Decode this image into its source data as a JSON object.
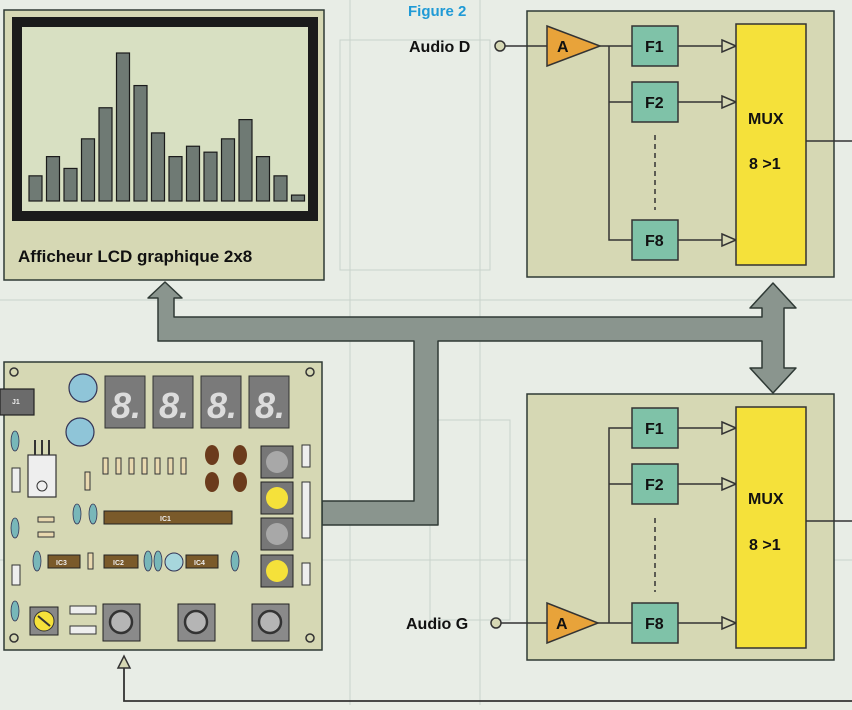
{
  "figure_label": "Figure 2",
  "lcd": {
    "caption": "Afficheur LCD graphique 2x8",
    "bars": [
      0.17,
      0.3,
      0.22,
      0.42,
      0.63,
      1.0,
      0.78,
      0.46,
      0.3,
      0.37,
      0.33,
      0.42,
      0.55,
      0.3,
      0.17,
      0.04
    ]
  },
  "channel_top": {
    "input_label": "Audio D",
    "amp_label": "A",
    "filters": [
      "F1",
      "F2",
      "F8"
    ],
    "mux_label": "MUX",
    "mux_ratio": "8 >1"
  },
  "channel_bottom": {
    "input_label": "Audio G",
    "amp_label": "A",
    "filters": [
      "F1",
      "F2",
      "F8"
    ],
    "mux_label": "MUX",
    "mux_ratio": "8 >1"
  },
  "pcb": {
    "seven_seg_digits": [
      "8.",
      "8.",
      "8.",
      "8."
    ],
    "connector_label": "J1",
    "ic_labels": [
      "IC1",
      "IC3",
      "IC2",
      "IC4"
    ]
  },
  "colors": {
    "bus_fill": "#8a958e",
    "bus_stroke": "#2f3a35",
    "panel_fill": "#d6d8b4",
    "filter_fill": "#7fc2a8",
    "mux_fill": "#f5e13a",
    "amp_fill": "#e8a33a",
    "lcd_screen": "#d8e0c2",
    "accent_blue": "#1f9ad6"
  }
}
